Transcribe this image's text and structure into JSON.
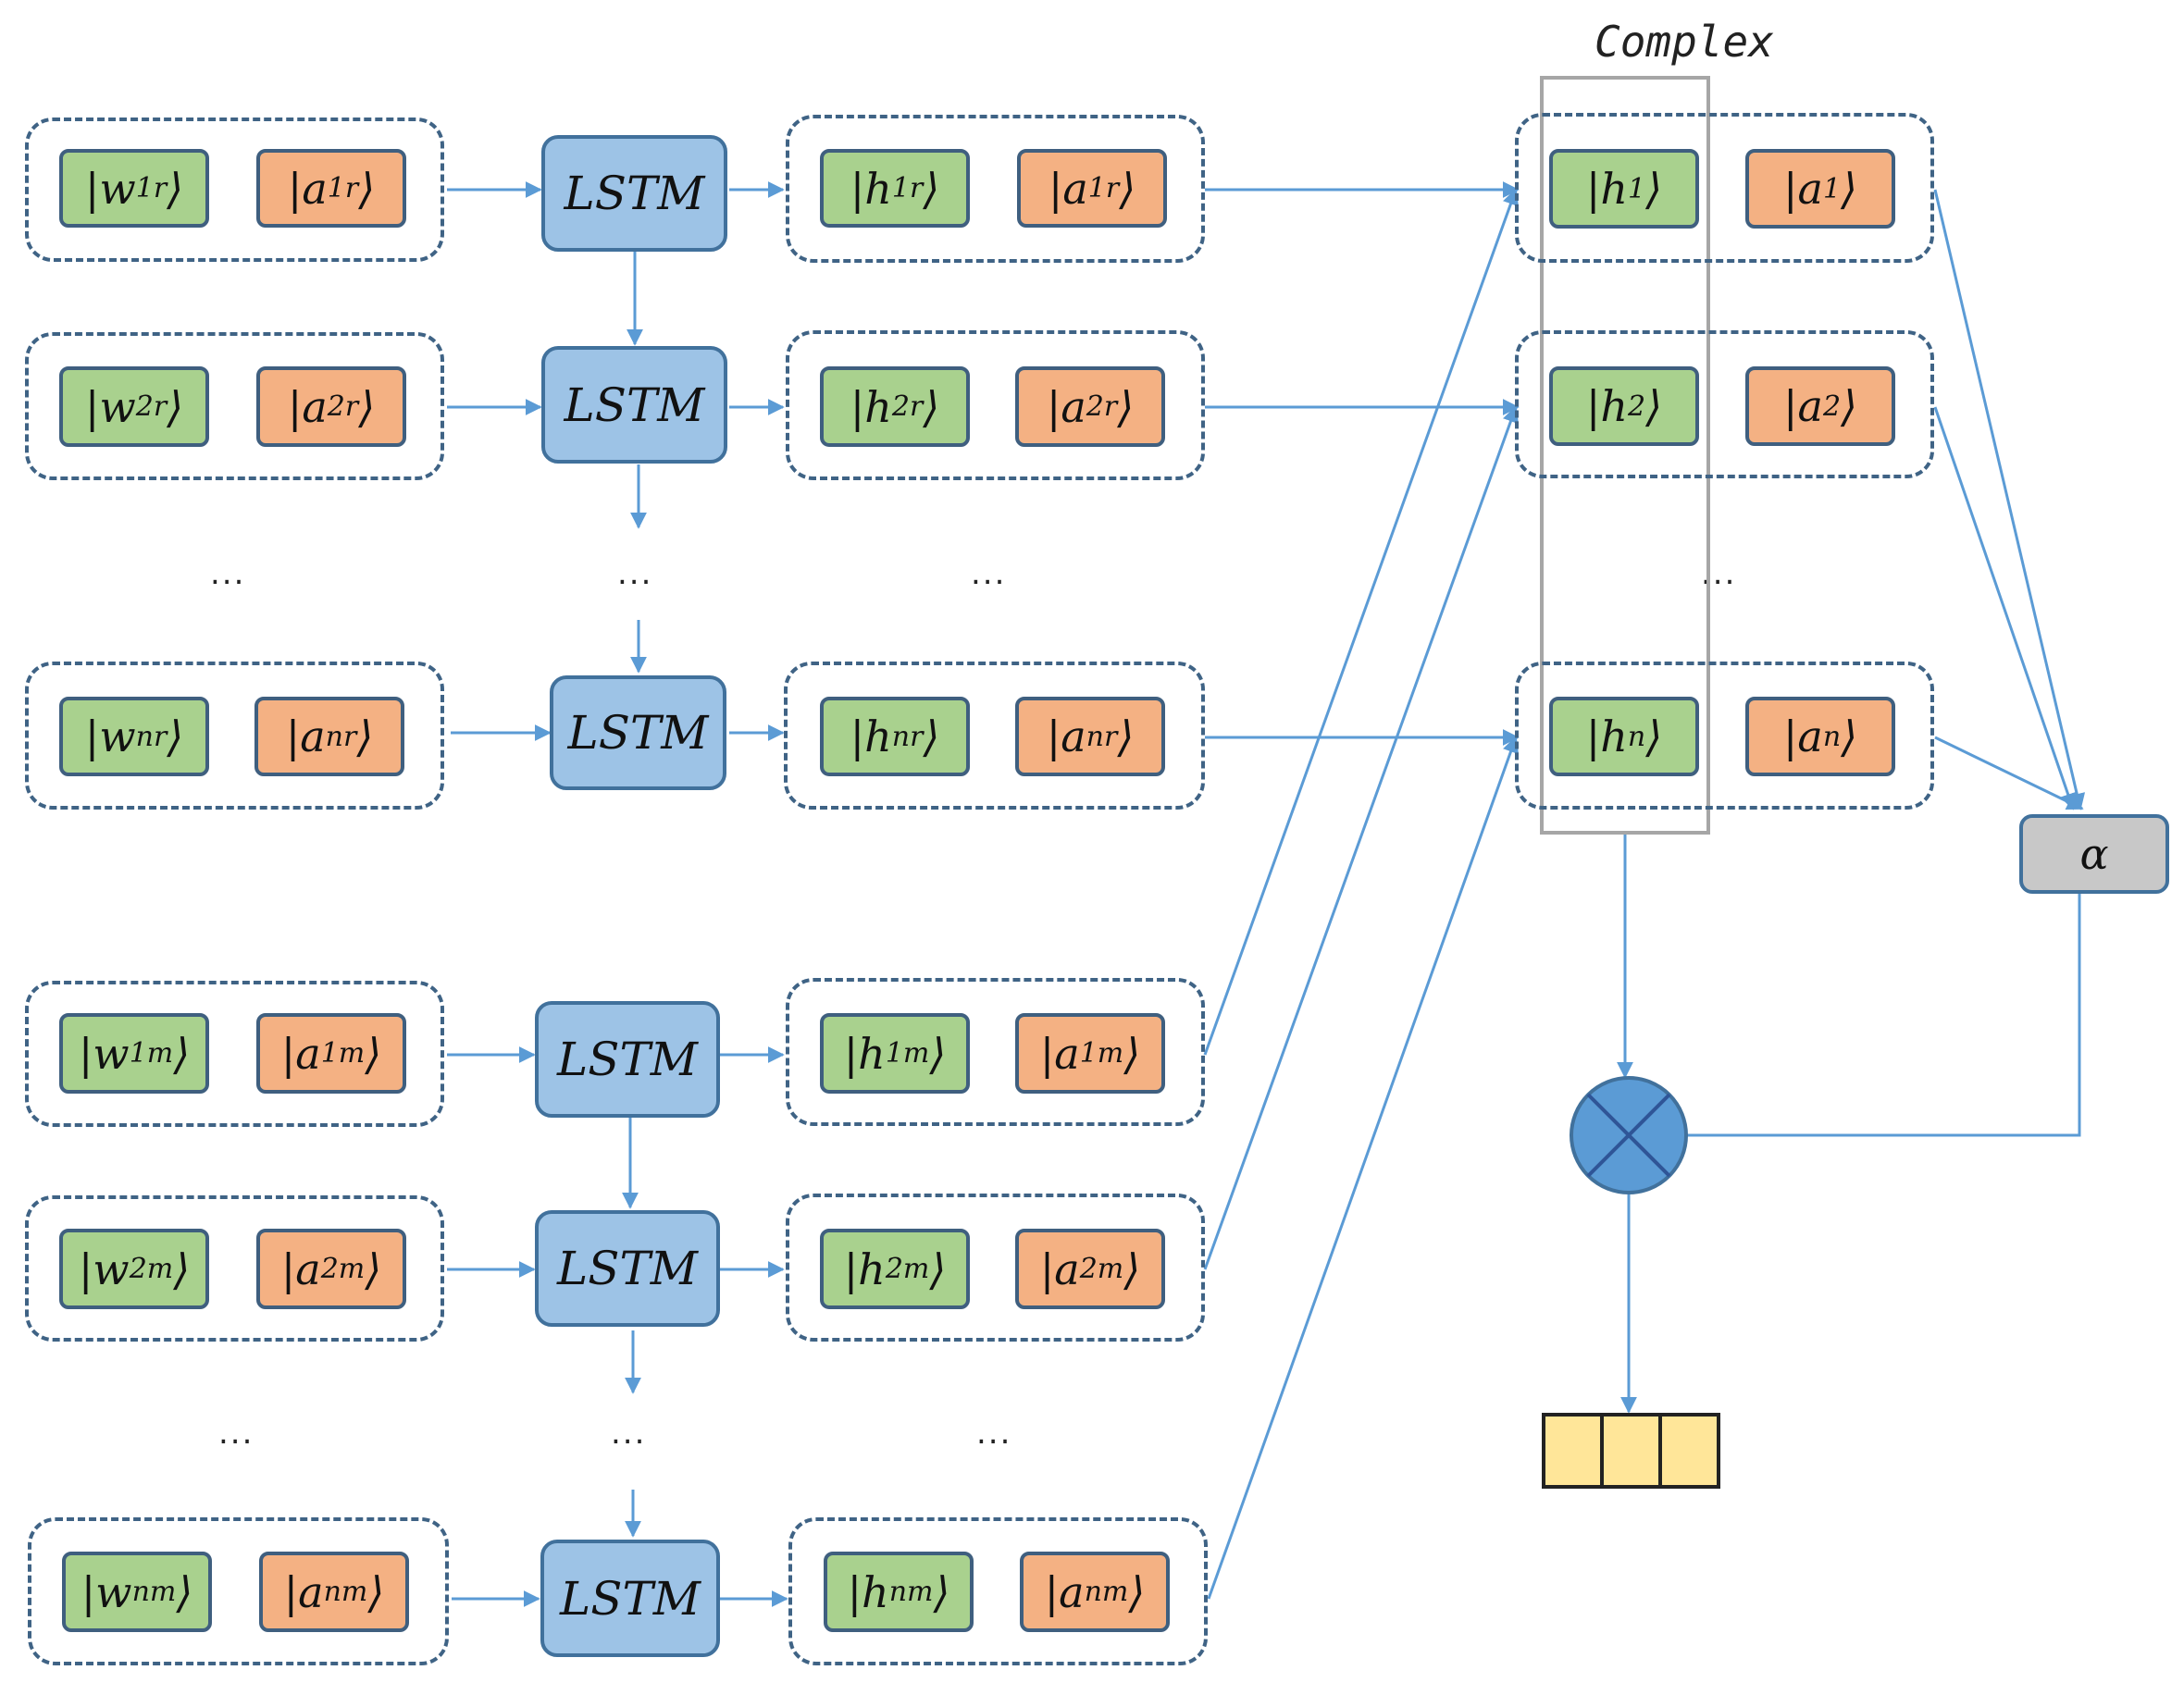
{
  "diagram": {
    "complex_label": "Complex",
    "alpha_label": "α",
    "lstm_label": "LSTM",
    "ellipsis": "...",
    "output_vector_slots": 3,
    "colors": {
      "word_cell": "#a9d18e",
      "attention_cell": "#f4b183",
      "lstm": "#9dc3e6",
      "alpha": "#c8c8c8",
      "multiply": "#5b9bd5",
      "output_vector": "#ffe699",
      "arrow": "#5b9bd5"
    },
    "rows": {
      "r1": {
        "w": "1r",
        "a": "1r",
        "h": "1r"
      },
      "r2": {
        "w": "2r",
        "a": "2r",
        "h": "2r"
      },
      "rn": {
        "w": "nr",
        "a": "nr",
        "h": "nr"
      },
      "m1": {
        "w": "1m",
        "a": "1m",
        "h": "1m"
      },
      "m2": {
        "w": "2m",
        "a": "2m",
        "h": "2m"
      },
      "mn": {
        "w": "nm",
        "a": "nm",
        "h": "nm"
      }
    },
    "complex_rows": {
      "c1": {
        "h": "1",
        "a": "1"
      },
      "c2": {
        "h": "2",
        "a": "2"
      },
      "cn": {
        "h": "n",
        "a": "n"
      }
    }
  }
}
